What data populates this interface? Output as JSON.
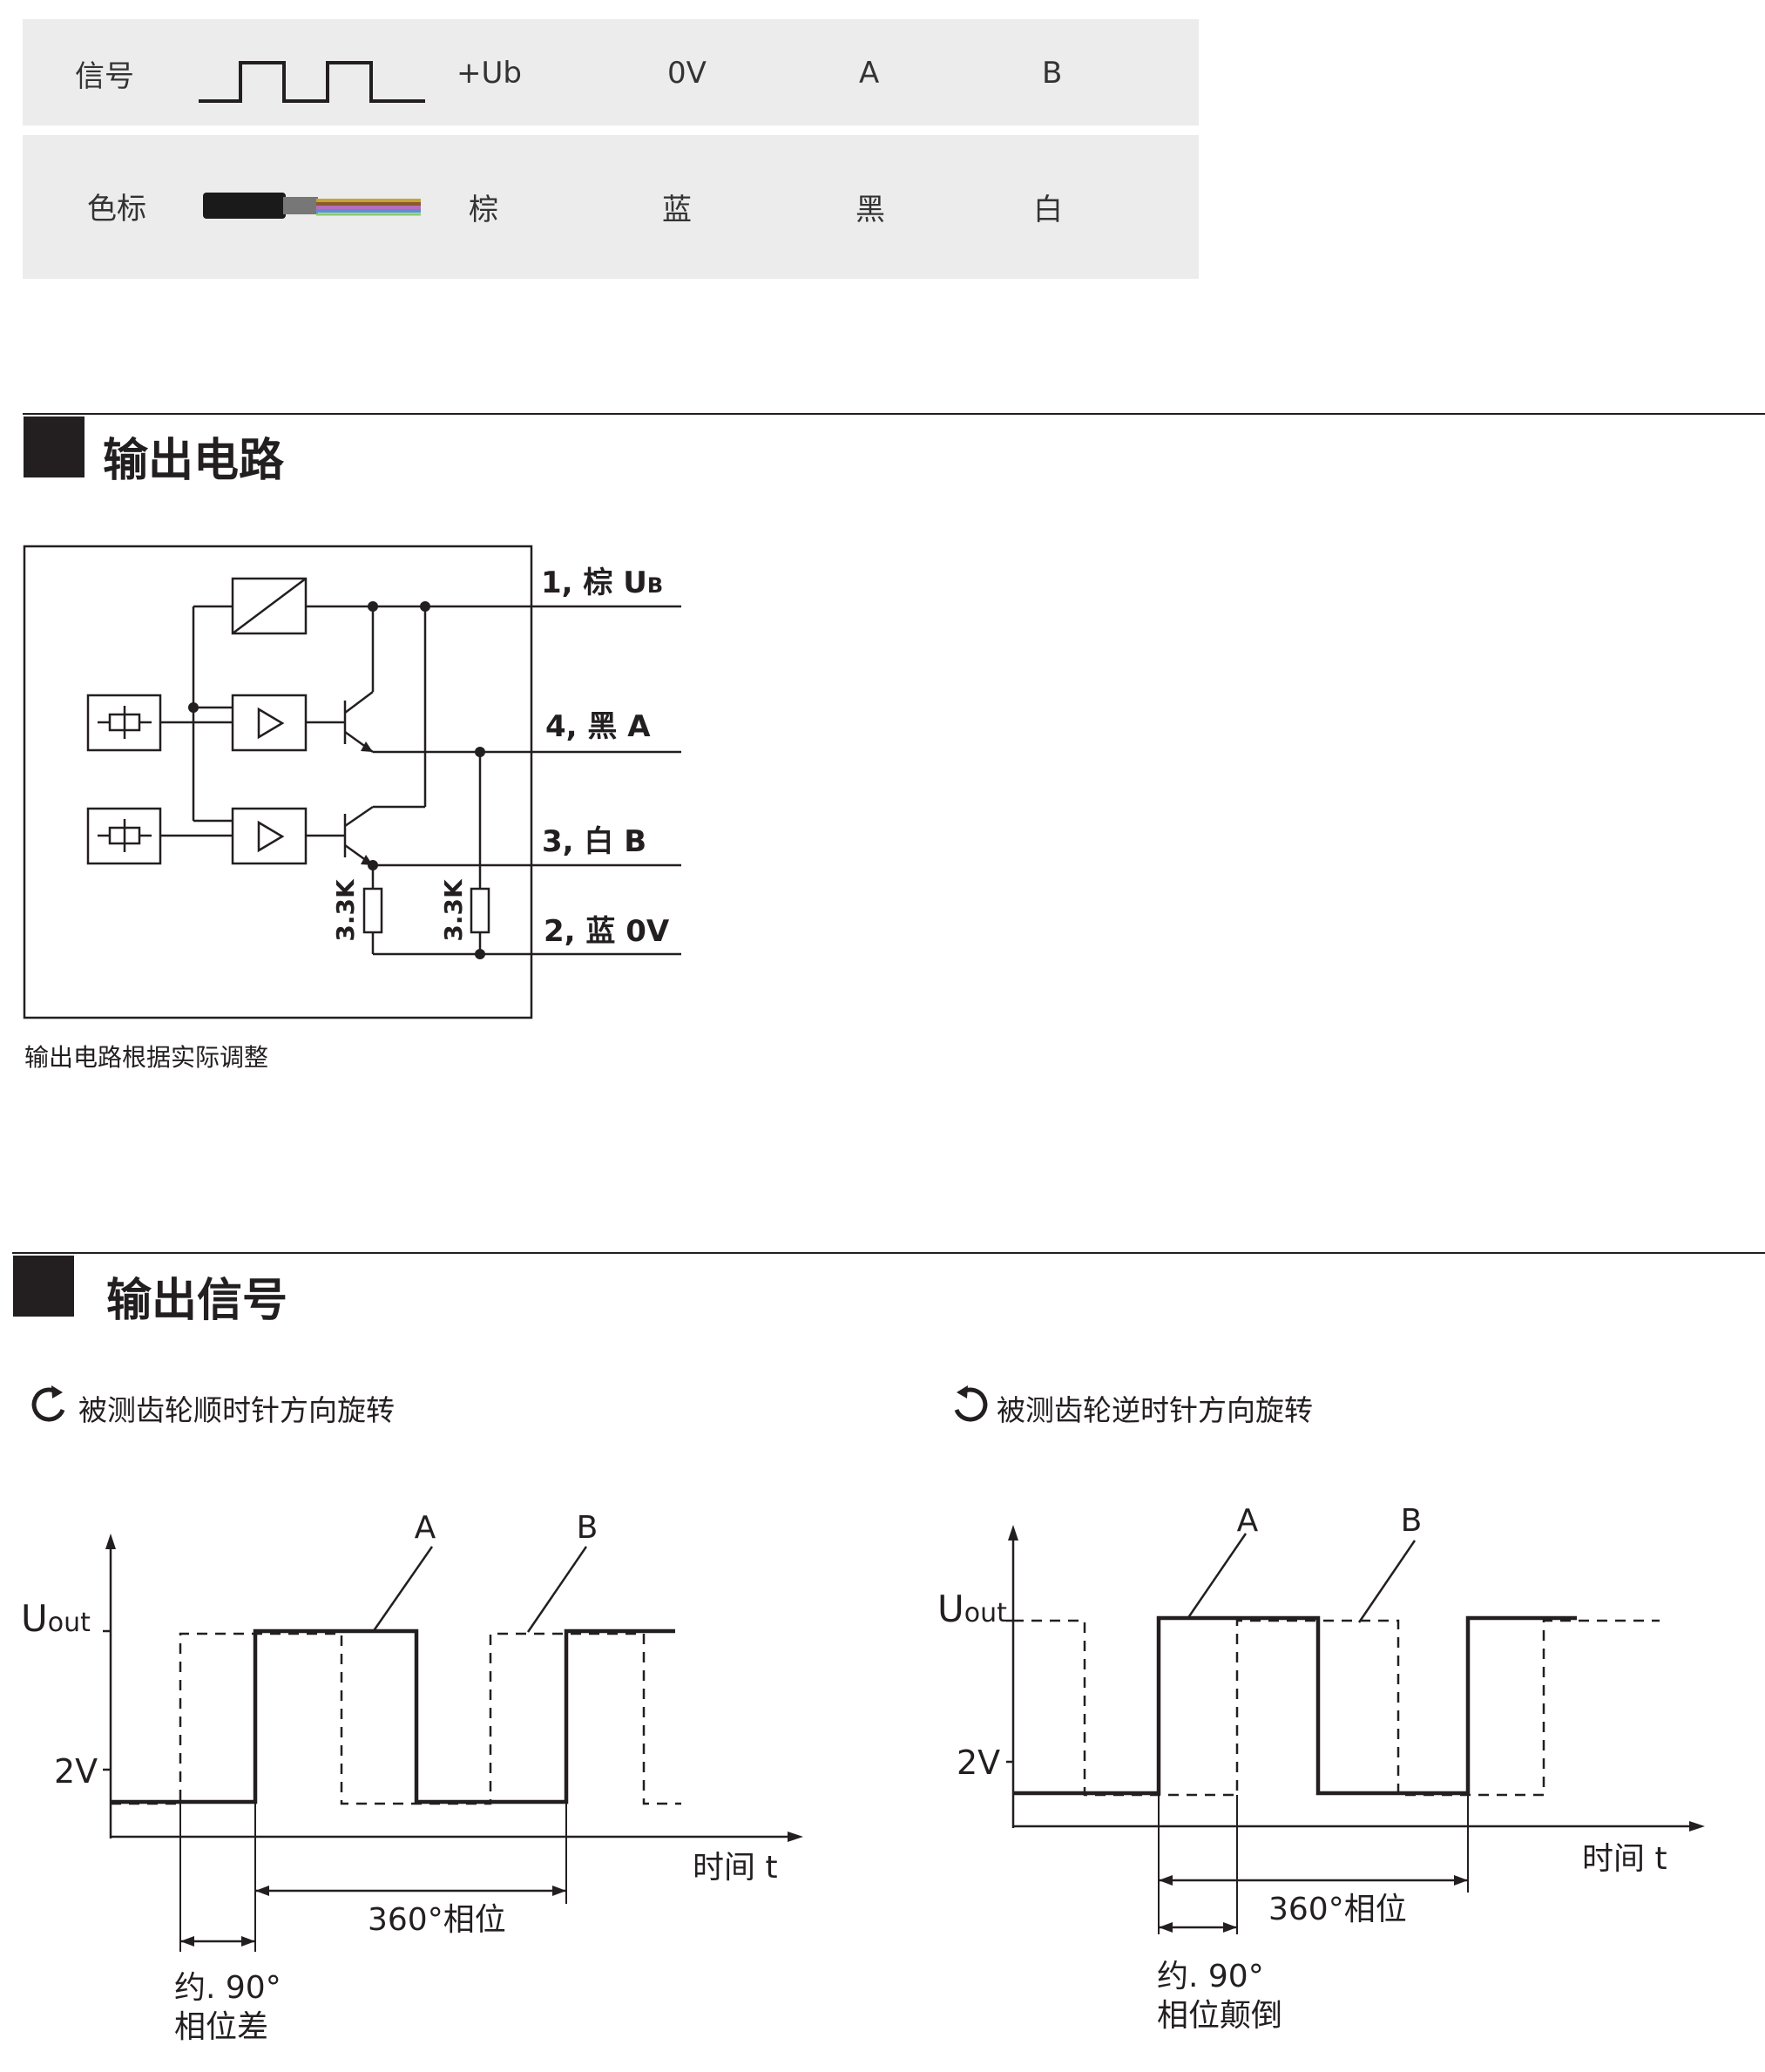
{
  "wiring_table": {
    "rows": [
      {
        "label": "信号",
        "cols": [
          "+Ub",
          "0V",
          "A",
          "B"
        ]
      },
      {
        "label": "色标",
        "cols": [
          "棕",
          "蓝",
          "黑",
          "白"
        ]
      }
    ]
  },
  "output_circuit": {
    "title": "输出电路",
    "terminals": {
      "t1_prefix": "1, 棕 U",
      "t1_sub": "B",
      "t4": "4, 黑 A",
      "t3": "3, 白 B",
      "t2": "2, 蓝 0V"
    },
    "resistor1": "3.3K",
    "resistor2": "3.3K",
    "note": "输出电路根据实际调整"
  },
  "output_signal": {
    "title": "输出信号",
    "left": {
      "caption": "被测齿轮顺时针方向旋转",
      "label_A": "A",
      "label_B": "B",
      "y_top_main": "U",
      "y_top_sub": "out",
      "y_low": "2V",
      "x_axis": "时间 t",
      "phase": "360°相位",
      "approx_line1": "约. 90°",
      "approx_line2": "相位差"
    },
    "right": {
      "caption": "被测齿轮逆时针方向旋转",
      "label_A": "A",
      "label_B": "B",
      "y_top_main": "U",
      "y_top_sub": "out",
      "y_low": "2V",
      "x_axis": "时间 t",
      "phase": "360°相位",
      "approx_line1": "约. 90°",
      "approx_line2": "相位颠倒"
    }
  }
}
